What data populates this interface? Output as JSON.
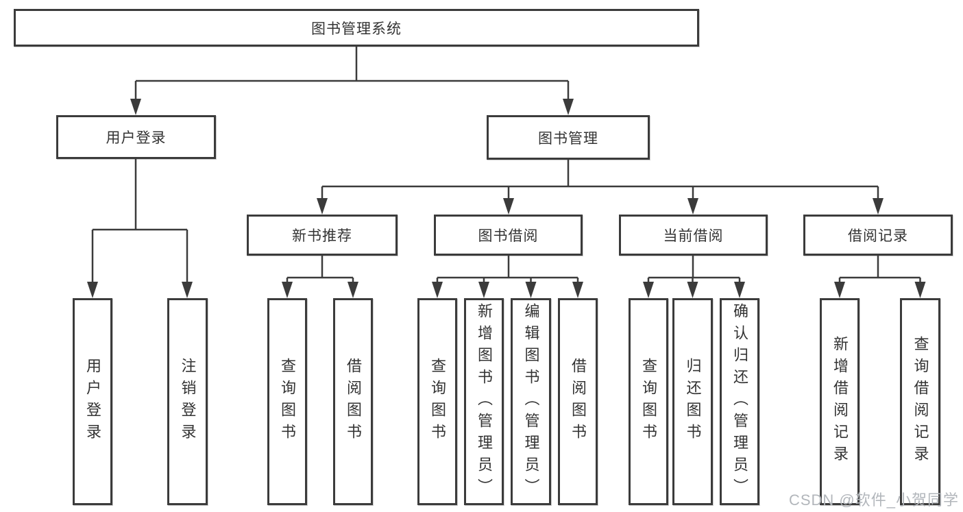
{
  "diagram_title": "图书管理系统",
  "tree": {
    "root": {
      "label": "图书管理系统"
    },
    "children": [
      {
        "label": "用户登录",
        "children": [
          {
            "label": "用户登录"
          },
          {
            "label": "注销登录"
          }
        ]
      },
      {
        "label": "图书管理",
        "children": [
          {
            "label": "新书推荐",
            "children": [
              {
                "label": "查询图书"
              },
              {
                "label": "借阅图书"
              }
            ]
          },
          {
            "label": "图书借阅",
            "children": [
              {
                "label": "查询图书"
              },
              {
                "label": "新增图书（管理员）"
              },
              {
                "label": "编辑图书（管理员）"
              },
              {
                "label": "借阅图书"
              }
            ]
          },
          {
            "label": "当前借阅",
            "children": [
              {
                "label": "查询图书"
              },
              {
                "label": "归还图书"
              },
              {
                "label": "确认归还（管理员）"
              }
            ]
          },
          {
            "label": "借阅记录",
            "children": [
              {
                "label": "新增借阅记录"
              },
              {
                "label": "查询借阅记录"
              }
            ]
          }
        ]
      }
    ]
  },
  "watermark": {
    "text": "CSDN @软件_小贺同学"
  },
  "colors": {
    "box_border": "#3b3b3b",
    "connector": "#3b3b3b",
    "text": "#333333",
    "watermark": "#b2b6bb",
    "background": "#ffffff"
  }
}
